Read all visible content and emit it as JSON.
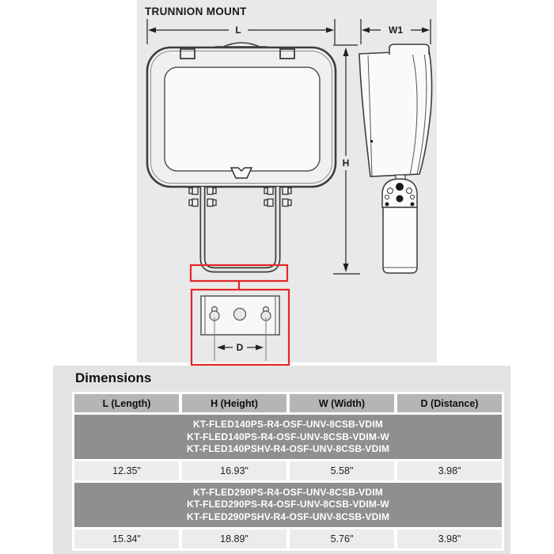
{
  "drawing": {
    "title": "TRUNNION MOUNT",
    "labels": {
      "length": "L",
      "side_width": "W1",
      "height": "H",
      "distance": "D"
    }
  },
  "dimensions_table": {
    "heading": "Dimensions",
    "columns": [
      "L (Length)",
      "H (Height)",
      "W (Width)",
      "D (Distance)"
    ],
    "groups": [
      {
        "models": [
          "KT-FLED140PS-R4-OSF-UNV-8CSB-VDIM",
          "KT-FLED140PS-R4-OSF-UNV-8CSB-VDIM-W",
          "KT-FLED140PSHV-R4-OSF-UNV-8CSB-VDIM"
        ],
        "values": [
          "12.35\"",
          "16.93\"",
          "5.58\"",
          "3.98\""
        ]
      },
      {
        "models": [
          "KT-FLED290PS-R4-OSF-UNV-8CSB-VDIM",
          "KT-FLED290PS-R4-OSF-UNV-8CSB-VDIM-W",
          "KT-FLED290PSHV-R4-OSF-UNV-8CSB-VDIM"
        ],
        "values": [
          "15.34\"",
          "18.89\"",
          "5.76\"",
          "3.98\""
        ]
      }
    ]
  },
  "colors": {
    "highlight_red": "#e5252a",
    "drawing_background": "#e9e9e9",
    "panel_background": "#e3e3e3",
    "table_header_bg": "#b5b5b5",
    "model_row_bg": "#8f8f8f",
    "value_row_bg": "#ececec"
  }
}
